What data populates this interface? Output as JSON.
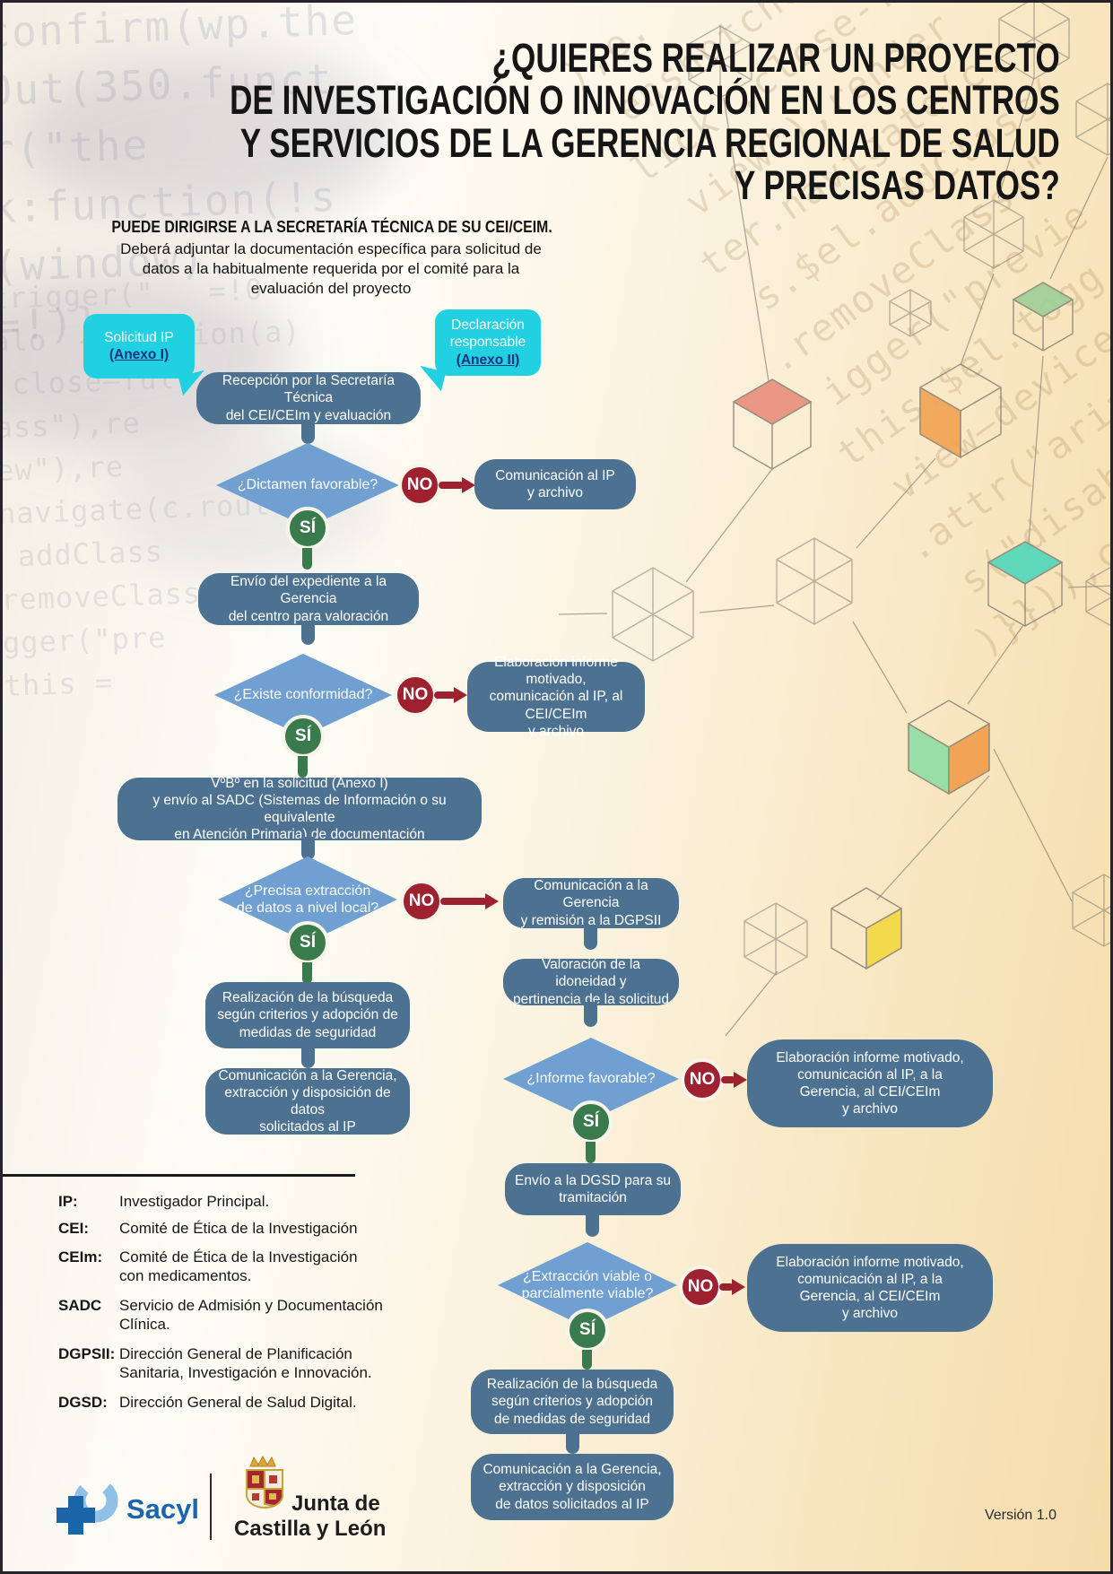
{
  "title": {
    "lines": [
      "¿QUIERES REALIZAR UN PROYECTO",
      "DE INVESTIGACIÓN O INNOVACIÓN EN LOS CENTROS",
      "Y SERVICIOS DE LA GERENCIA REGIONAL DE SALUD",
      "Y PRECISAS DATOS?"
    ]
  },
  "subtitle": {
    "heading": "PUEDE DIRIGIRSE A LA SECRETARÍA TÉCNICA DE SU CEI/CEIM.",
    "body": "Deberá adjuntar la documentación específica para solicitud de\ndatos a la habitualmente requerida por el comité para la\nevaluación del proyecto"
  },
  "bubbles": {
    "left": {
      "label": "Solicitud IP",
      "link": "(Anexo I)"
    },
    "right": {
      "label": "Declaración\nresponsable",
      "link": "(Anexo II)"
    }
  },
  "flow": {
    "yes": "SÍ",
    "no": "NO",
    "reception": "Recepción por la Secretaría Técnica\ndel CEI/CEIm y evaluación",
    "dictamen_q": "¿Dictamen favorable?",
    "ip_archive": "Comunicación al IP\ny archivo",
    "envio_gerencia": "Envío del expediente a la Gerencia\ndel centro para valoración",
    "conformidad_q": "¿Existe conformidad?",
    "informe_cei": "Elaboración informe motivado,\ncomunicación al IP, al CEI/CEIm\ny archivo",
    "vobo_sadc": "VºBº en la solicitud (Anexo I)\ny envío al SADC (Sistemas de Información o su equivalente\nen Atención Primaria) de documentación",
    "extraccion_local_q": "¿Precisa extracción\nde datos a nivel local?",
    "gerencia_dgpsii": "Comunicación a la Gerencia\ny remisión a la DGPSII",
    "busqueda_left": "Realización de la búsqueda\nsegún criterios y adopción de\nmedidas de seguridad",
    "comunicacion_left": "Comunicación a la Gerencia,\nextracción y disposición de datos\nsolicitados al IP",
    "valoracion": "Valoración de la idoneidad y\npertinencia de la solicitud",
    "informe_q": "¿Informe favorable?",
    "informe_gerencia": "Elaboración informe motivado,\ncomunicación al IP, a la\nGerencia, al CEI/CEIm\ny archivo",
    "envio_dgsd": "Envío a la DGSD para su\ntramitación",
    "extraccion_viable_q": "¿Extracción viable o\nparcialmente viable?",
    "busqueda_right": "Realización de la búsqueda\nsegún criterios y adopción\nde medidas de seguridad",
    "comunicacion_right": "Comunicación a la Gerencia,\nextracción y disposición\nde datos solicitados al IP"
  },
  "legend": {
    "items": [
      {
        "abbr": "IP:",
        "text": "Investigador Principal."
      },
      {
        "abbr": "CEI:",
        "text": "Comité de Ética de la Investigación"
      },
      {
        "abbr": "CEIm:",
        "text": "Comité de Ética de la Investigación\ncon medicamentos."
      },
      {
        "abbr": "SADC",
        "text": "Servicio de Admisión y Documentación\nClínica."
      },
      {
        "abbr": "DGPSII:",
        "text": "Dirección General de Planificación\nSanitaria, Investigación e Innovación."
      },
      {
        "abbr": "DGSD:",
        "text": "Dirección General de Salud Digital."
      }
    ]
  },
  "footer": {
    "sacyl": "Sacyl",
    "junta_line1": "Junta de",
    "junta_line2": "Castilla y León",
    "version": "Versión 1.0"
  },
  "colors": {
    "box": "#4d7190",
    "diamond": "#6fa0d1",
    "yes": "#3a7b4d",
    "no": "#9e2130",
    "bubble": "#21d1e2",
    "link": "#15337f",
    "sacyl_blue": "#1a65ab"
  }
}
